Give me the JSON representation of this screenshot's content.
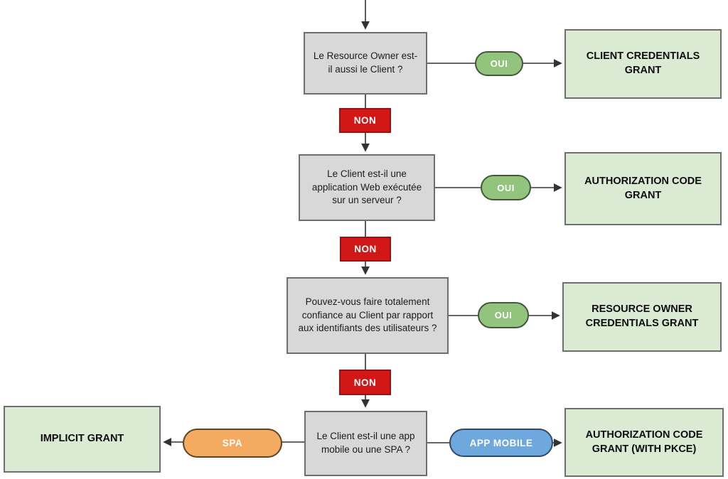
{
  "flow": {
    "title": "OAuth grant type decision flowchart (French)",
    "questions": [
      {
        "id": "q1",
        "text": "Le Resource Owner est-il aussi le Client ?"
      },
      {
        "id": "q2",
        "text": "Le Client est-il une application Web exécutée sur un serveur ?"
      },
      {
        "id": "q3",
        "text": "Pouvez-vous faire totalement confiance au Client par rapport aux identifiants des utilisateurs ?"
      },
      {
        "id": "q4",
        "text": "Le Client est-il une app mobile ou une SPA ?"
      }
    ],
    "results": [
      {
        "id": "r1",
        "text": "CLIENT CREDENTIALS GRANT"
      },
      {
        "id": "r2",
        "text": "AUTHORIZATION CODE GRANT"
      },
      {
        "id": "r3",
        "text": "RESOURCE OWNER CREDENTIALS GRANT"
      },
      {
        "id": "r4",
        "text": "AUTHORIZATION CODE GRANT (WITH PKCE)"
      },
      {
        "id": "r5",
        "text": "IMPLICIT GRANT"
      }
    ],
    "labels": {
      "oui": "OUI",
      "non": "NON",
      "spa": "SPA",
      "app_mobile": "APP MOBILE"
    },
    "edges": [
      {
        "from": "start",
        "to": "q1",
        "label": ""
      },
      {
        "from": "q1",
        "to": "r1",
        "label": "OUI"
      },
      {
        "from": "q1",
        "to": "q2",
        "label": "NON"
      },
      {
        "from": "q2",
        "to": "r2",
        "label": "OUI"
      },
      {
        "from": "q2",
        "to": "q3",
        "label": "NON"
      },
      {
        "from": "q3",
        "to": "r3",
        "label": "OUI"
      },
      {
        "from": "q3",
        "to": "q4",
        "label": "NON"
      },
      {
        "from": "q4",
        "to": "r5",
        "label": "SPA"
      },
      {
        "from": "q4",
        "to": "r4",
        "label": "APP MOBILE"
      }
    ],
    "colors": {
      "question_fill": "#d8d8d8",
      "question_border": "#6e6e6e",
      "result_fill": "#dbead3",
      "result_border": "#6f6f6f",
      "yes_fill": "#93c47d",
      "no_fill": "#d21717",
      "spa_fill": "#f4ab61",
      "app_mobile_fill": "#6fa8dc",
      "line": "#333333"
    }
  }
}
